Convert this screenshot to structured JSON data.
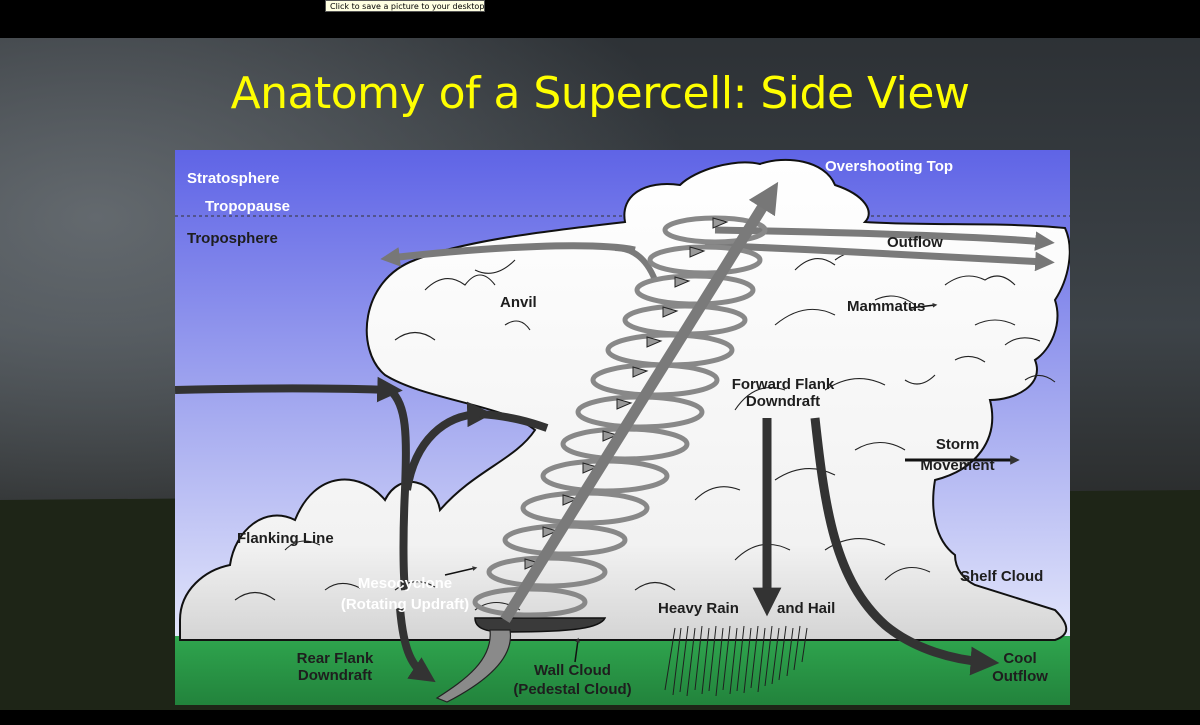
{
  "tooltip": "Click to save a picture to your desktop.",
  "slide": {
    "title": "Anatomy of a Supercell: Side View"
  },
  "labels": {
    "stratosphere": "Stratosphere",
    "tropopause": "Tropopause",
    "troposphere": "Troposphere",
    "overshooting_top": "Overshooting Top",
    "outflow": "Outflow",
    "anvil": "Anvil",
    "mammatus": "Mammatus",
    "forward_flank_1": "Forward Flank",
    "forward_flank_2": "Downdraft",
    "storm_movement_1": "Storm",
    "storm_movement_2": "Movement",
    "flanking_line": "Flanking Line",
    "mesocyclone_1": "Mesocyclone",
    "mesocyclone_2": "(Rotating Updraft)",
    "shelf_cloud": "Shelf Cloud",
    "heavy_rain": "Heavy Rain",
    "and_hail": "and Hail",
    "rear_flank_1": "Rear Flank",
    "rear_flank_2": "Downdraft",
    "wall_cloud_1": "Wall Cloud",
    "wall_cloud_2": "(Pedestal Cloud)",
    "cool_outflow_1": "Cool",
    "cool_outflow_2": "Outflow"
  },
  "colors": {
    "title": "#ffff00",
    "sky_top": "#5f64e6",
    "sky_bottom": "#e3e6fb",
    "ground": "#2da14c",
    "cloud": "#ffffff",
    "arrow": "#333333"
  }
}
